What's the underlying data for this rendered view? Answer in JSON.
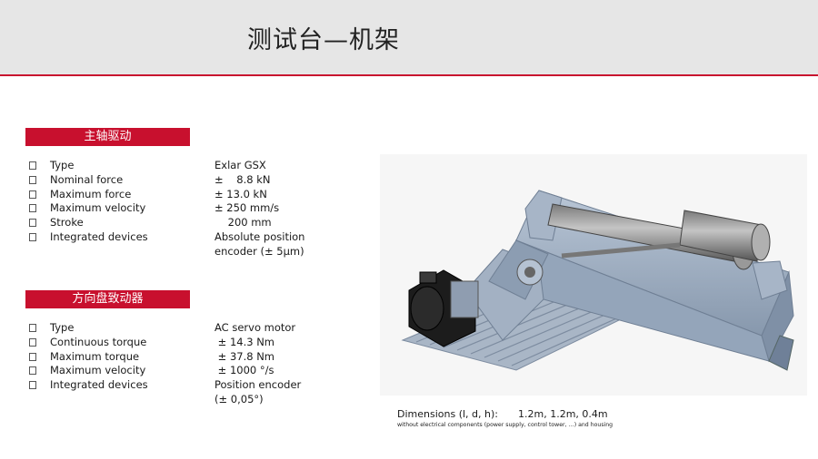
{
  "title": "测试台—机架",
  "sections": [
    {
      "heading": "主轴驱动",
      "rows": [
        {
          "label": "Type",
          "value": "Exlar GSX",
          "value2": ""
        },
        {
          "label": "Nominal force",
          "value": "±    8.8 kN",
          "value2": ""
        },
        {
          "label": "Maximum force",
          "value": "± 13.0 kN",
          "value2": ""
        },
        {
          "label": "Maximum velocity",
          "value": "± 250 mm/s",
          "value2": ""
        },
        {
          "label": "Stroke",
          "value": "    200 mm",
          "value2": ""
        },
        {
          "label": "Integrated devices",
          "value": "Absolute position",
          "value2": "encoder (± 5µm)"
        }
      ]
    },
    {
      "heading": "方向盘致动器",
      "rows": [
        {
          "label": "Type",
          "value": "AC servo motor",
          "value2": ""
        },
        {
          "label": "Continuous torque",
          "value": " ± 14.3 Nm",
          "value2": ""
        },
        {
          "label": "Maximum torque",
          "value": " ± 37.8 Nm",
          "value2": ""
        },
        {
          "label": "Maximum velocity",
          "value": " ± 1000 °/s",
          "value2": ""
        },
        {
          "label": "Integrated devices",
          "value": "Position encoder",
          "value2": "(± 0,05°)"
        }
      ]
    }
  ],
  "dimensions": {
    "label": "Dimensions (l, d, h):",
    "value": "1.2m, 1.2m, 0.4m",
    "note": "without electrical components (power supply, control tower, …) and housing"
  },
  "colors": {
    "accent": "#c8102e",
    "header_bg": "#e6e6e6",
    "rig_metal": "#9fb0c4",
    "motor": "#1c1c1c"
  }
}
